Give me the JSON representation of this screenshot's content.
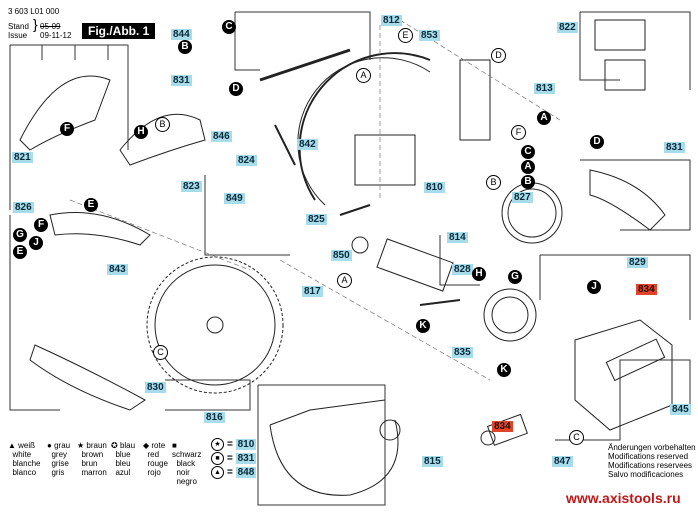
{
  "header": {
    "part_number": "3 603 L01 000",
    "stand_label": "Stand",
    "issue_label": "Issue",
    "stand_value": "05-09",
    "issue_value": "09-11-12",
    "figure_label": "Fig./Abb. 1"
  },
  "part_labels": [
    {
      "id": "844",
      "highlight": "blue"
    },
    {
      "id": "831",
      "highlight": "blue"
    },
    {
      "id": "821",
      "highlight": "blue"
    },
    {
      "id": "846",
      "highlight": "blue"
    },
    {
      "id": "824",
      "highlight": "blue"
    },
    {
      "id": "823",
      "highlight": "blue"
    },
    {
      "id": "849",
      "highlight": "blue"
    },
    {
      "id": "826",
      "highlight": "blue"
    },
    {
      "id": "843",
      "highlight": "blue"
    },
    {
      "id": "830",
      "highlight": "blue"
    },
    {
      "id": "816",
      "highlight": "blue"
    },
    {
      "id": "817",
      "highlight": "blue"
    },
    {
      "id": "825",
      "highlight": "blue"
    },
    {
      "id": "850",
      "highlight": "blue"
    },
    {
      "id": "842",
      "highlight": "blue"
    },
    {
      "id": "812",
      "highlight": "blue"
    },
    {
      "id": "853",
      "highlight": "blue"
    },
    {
      "id": "813",
      "highlight": "blue"
    },
    {
      "id": "810",
      "highlight": "blue"
    },
    {
      "id": "814",
      "highlight": "blue"
    },
    {
      "id": "828",
      "highlight": "blue"
    },
    {
      "id": "835",
      "highlight": "blue"
    },
    {
      "id": "815",
      "highlight": "blue"
    },
    {
      "id": "822",
      "highlight": "blue"
    },
    {
      "id": "831b",
      "text": "831",
      "highlight": "blue"
    },
    {
      "id": "827",
      "highlight": "blue"
    },
    {
      "id": "829",
      "highlight": "blue"
    },
    {
      "id": "834a",
      "text": "834",
      "highlight": "red"
    },
    {
      "id": "834b",
      "text": "834",
      "highlight": "red"
    },
    {
      "id": "845",
      "highlight": "blue"
    },
    {
      "id": "847",
      "highlight": "blue"
    }
  ],
  "labels": {
    "l844": "844",
    "l831": "831",
    "l821": "821",
    "l846": "846",
    "l824": "824",
    "l823": "823",
    "l849": "849",
    "l826": "826",
    "l843": "843",
    "l830": "830",
    "l816": "816",
    "l817": "817",
    "l825": "825",
    "l850": "850",
    "l842": "842",
    "l812": "812",
    "l853": "853",
    "l813": "813",
    "l810": "810",
    "l814": "814",
    "l828": "828",
    "l835": "835",
    "l815": "815",
    "l822": "822",
    "l831b": "831",
    "l827": "827",
    "l829": "829",
    "l834a": "834",
    "l834b": "834",
    "l845": "845",
    "l847": "847"
  },
  "connectors": {
    "A": "A",
    "B": "B",
    "C": "C",
    "D": "D",
    "E": "E",
    "F": "F",
    "G": "G",
    "H": "H",
    "J": "J",
    "K": "K"
  },
  "color_legend": [
    {
      "symbol": "▲",
      "de": "weiß",
      "en": "white",
      "fr": "blanche",
      "es": "blanco"
    },
    {
      "symbol": "●",
      "de": "grau",
      "en": "grey",
      "fr": "grise",
      "es": "gris"
    },
    {
      "symbol": "★",
      "de": "braun",
      "en": "brown",
      "fr": "brun",
      "es": "marron"
    },
    {
      "symbol": "✪",
      "de": "blau",
      "en": "blue",
      "fr": "bleu",
      "es": "azul"
    },
    {
      "symbol": "◆",
      "de": "rote",
      "en": "red",
      "fr": "rouge",
      "es": "rojo"
    },
    {
      "symbol": "■",
      "de": "schwarz",
      "en": "black",
      "fr": "noir",
      "es": "negro"
    }
  ],
  "kit_key": [
    {
      "symbol": "★",
      "equals": "=",
      "part": "810"
    },
    {
      "symbol": "■",
      "equals": "=",
      "part": "831"
    },
    {
      "symbol": "▲",
      "equals": "=",
      "part": "848"
    }
  ],
  "notes": [
    "Änderungen vorbehalten",
    "Modifications reserved",
    "Modifications reservees",
    "Salvo modificaciones"
  ],
  "watermark": "www.axistools.ru",
  "colors": {
    "label_blue": "#a8dcea",
    "label_red": "#e0452a",
    "watermark_red": "#c0181a"
  }
}
